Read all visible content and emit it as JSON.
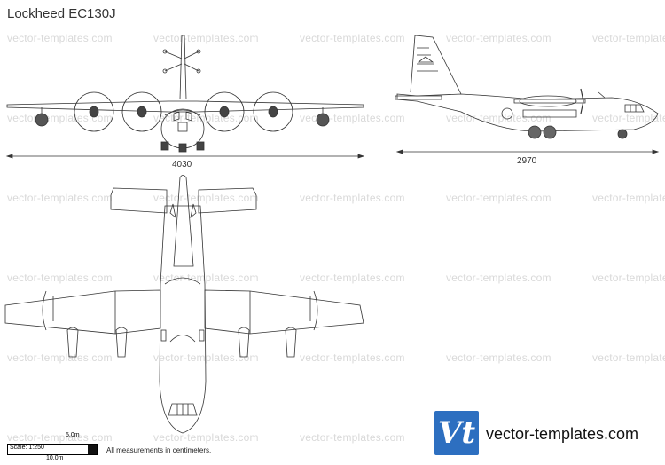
{
  "title": "Lockheed EC130J",
  "watermark_text": "vector-templates.com",
  "dimensions": {
    "wingspan": "4030",
    "length": "2970"
  },
  "scale": {
    "ratio_label": "Scale: 1:250",
    "small_label": "5.0m",
    "large_label": "10.0m"
  },
  "measurement_note": "All measurements in centimeters.",
  "logo": {
    "mark": "Vt",
    "site": "vector-templates.com",
    "color": "#2d6fc0"
  },
  "colors": {
    "line": "#333333",
    "watermark": "#d9d9d9"
  },
  "views": [
    "front-view",
    "side-view",
    "top-view"
  ]
}
